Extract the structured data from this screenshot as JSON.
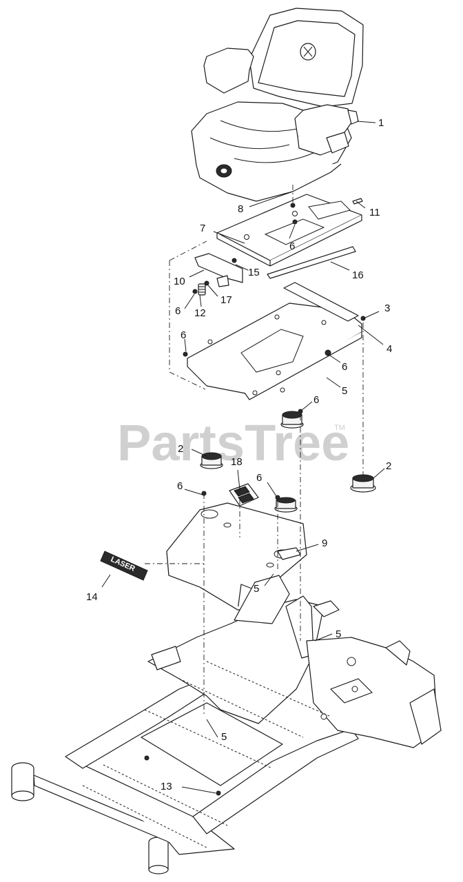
{
  "watermark": {
    "text": "PartsTree",
    "trademark": "TM"
  },
  "decal": {
    "text": "LASER"
  },
  "callouts": [
    {
      "id": "c1",
      "label": "1"
    },
    {
      "id": "c2a",
      "label": "2"
    },
    {
      "id": "c2b",
      "label": "2"
    },
    {
      "id": "c3",
      "label": "3"
    },
    {
      "id": "c4",
      "label": "4"
    },
    {
      "id": "c5a",
      "label": "5"
    },
    {
      "id": "c5b",
      "label": "5"
    },
    {
      "id": "c5c",
      "label": "5"
    },
    {
      "id": "c5d",
      "label": "5"
    },
    {
      "id": "c6a",
      "label": "6"
    },
    {
      "id": "c6b",
      "label": "6"
    },
    {
      "id": "c6c",
      "label": "6"
    },
    {
      "id": "c6d",
      "label": "6"
    },
    {
      "id": "c6e",
      "label": "6"
    },
    {
      "id": "c6f",
      "label": "6"
    },
    {
      "id": "c6g",
      "label": "6"
    },
    {
      "id": "c7",
      "label": "7"
    },
    {
      "id": "c8",
      "label": "8"
    },
    {
      "id": "c9",
      "label": "9"
    },
    {
      "id": "c10",
      "label": "10"
    },
    {
      "id": "c11",
      "label": "11"
    },
    {
      "id": "c12",
      "label": "12"
    },
    {
      "id": "c13",
      "label": "13"
    },
    {
      "id": "c14",
      "label": "14"
    },
    {
      "id": "c15",
      "label": "15"
    },
    {
      "id": "c16",
      "label": "16"
    },
    {
      "id": "c17",
      "label": "17"
    },
    {
      "id": "c18",
      "label": "18"
    }
  ]
}
